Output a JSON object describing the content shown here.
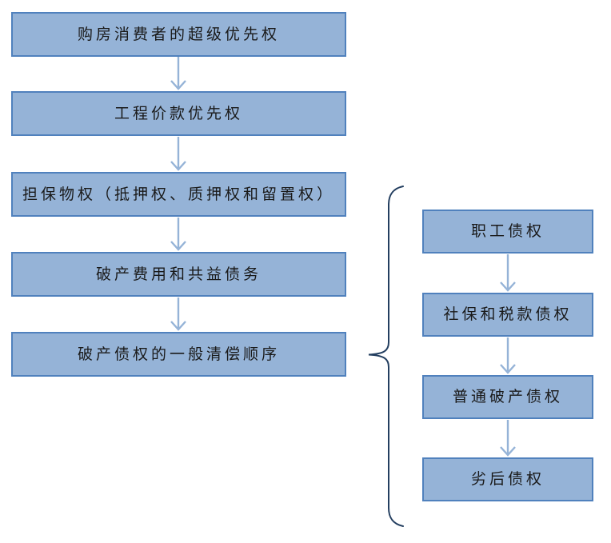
{
  "colors": {
    "box_fill": "#95B3D7",
    "box_border": "#5081BD",
    "arrow": "#95B3D7",
    "brace": "#243F60",
    "text": "#1A1A1A",
    "background": "#FFFFFF"
  },
  "flowchart": {
    "left_column": {
      "items": [
        {
          "label": "购房消费者的超级优先权"
        },
        {
          "label": "工程价款优先权"
        },
        {
          "label": "担保物权（抵押权、质押权和留置权）"
        },
        {
          "label": "破产费用和共益债务"
        },
        {
          "label": "破产债权的一般清偿顺序"
        }
      ]
    },
    "right_column": {
      "items": [
        {
          "label": "职工债权"
        },
        {
          "label": "社保和税款债权"
        },
        {
          "label": "普通破产债权"
        },
        {
          "label": "劣后债权"
        }
      ]
    }
  }
}
